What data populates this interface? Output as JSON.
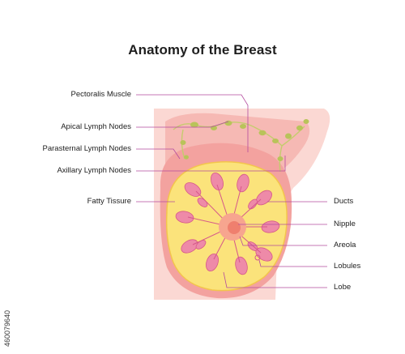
{
  "title": "Anatomy of the Breast",
  "labels_left": [
    {
      "key": "pectoralis",
      "text": "Pectoralis Muscle"
    },
    {
      "key": "apical",
      "text": "Apical Lymph Nodes"
    },
    {
      "key": "parasternal",
      "text": "Parasternal Lymph Nodes"
    },
    {
      "key": "axillary",
      "text": "Axillary Lymph Nodes"
    },
    {
      "key": "fatty",
      "text": "Fatty Tissure"
    }
  ],
  "labels_right": [
    {
      "key": "ducts",
      "text": "Ducts"
    },
    {
      "key": "nipple",
      "text": "Nipple"
    },
    {
      "key": "areola",
      "text": "Areola"
    },
    {
      "key": "lobules",
      "text": "Lobules"
    },
    {
      "key": "lobe",
      "text": "Lobe"
    }
  ],
  "stock_id": "460079640",
  "colors": {
    "leader": "#b44b9f",
    "skin_light": "#fbd8d3",
    "muscle": "#f6b4b0",
    "breast_pink": "#f29d9a",
    "fat_yellow": "#fbe37b",
    "fat_edge": "#f3c54c",
    "lobule": "#ee8aa8",
    "lobule_dark": "#d6588a",
    "areola": "#f59a86",
    "nipple": "#ef7f6e",
    "lymph": "#b9c35a"
  }
}
